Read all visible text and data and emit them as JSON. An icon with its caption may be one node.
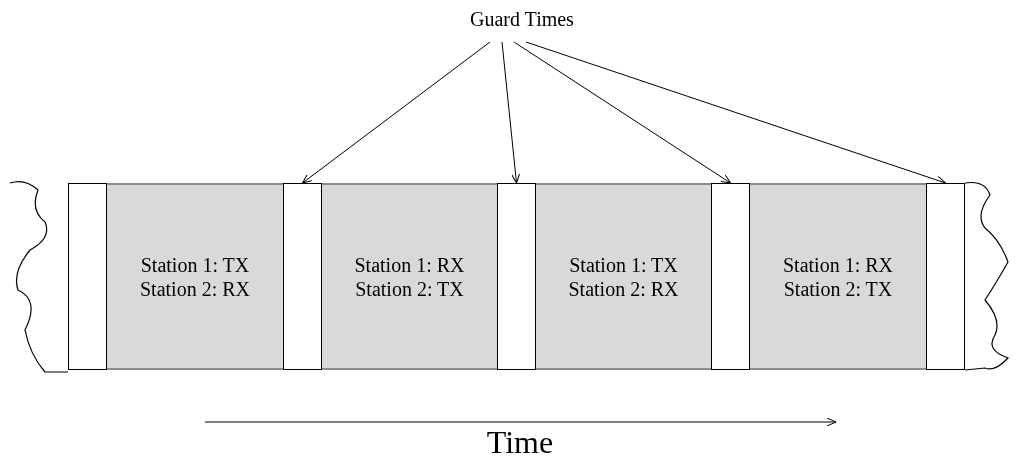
{
  "diagram": {
    "nodes": [
      {
        "text": [
          "Guard Times"
        ]
      },
      {
        "text": [],
        "shape": "box"
      },
      {
        "text": [
          "Station 1: TX",
          "Station 2: RX"
        ]
      },
      {
        "text": [],
        "shape": "box"
      },
      {
        "text": [
          "Station 1: RX",
          "Station 2: TX"
        ]
      },
      {
        "text": [],
        "shape": "box"
      },
      {
        "text": [
          "Station 1: TX",
          "Station 2: RX"
        ]
      },
      {
        "text": [],
        "shape": "box"
      },
      {
        "text": [
          "Station 1: RX",
          "Station 2: TX"
        ]
      },
      {
        "text": [],
        "shape": "box"
      }
    ],
    "edges": [
      {
        "from": 0,
        "to": 3,
        "arrow": "to"
      },
      {
        "from": 0,
        "to": 5,
        "arrow": "to"
      },
      {
        "from": 0,
        "to": 7,
        "arrow": "to"
      },
      {
        "from": 0,
        "to": 9,
        "arrow": "to"
      }
    ],
    "labels": [
      "Time"
    ]
  }
}
